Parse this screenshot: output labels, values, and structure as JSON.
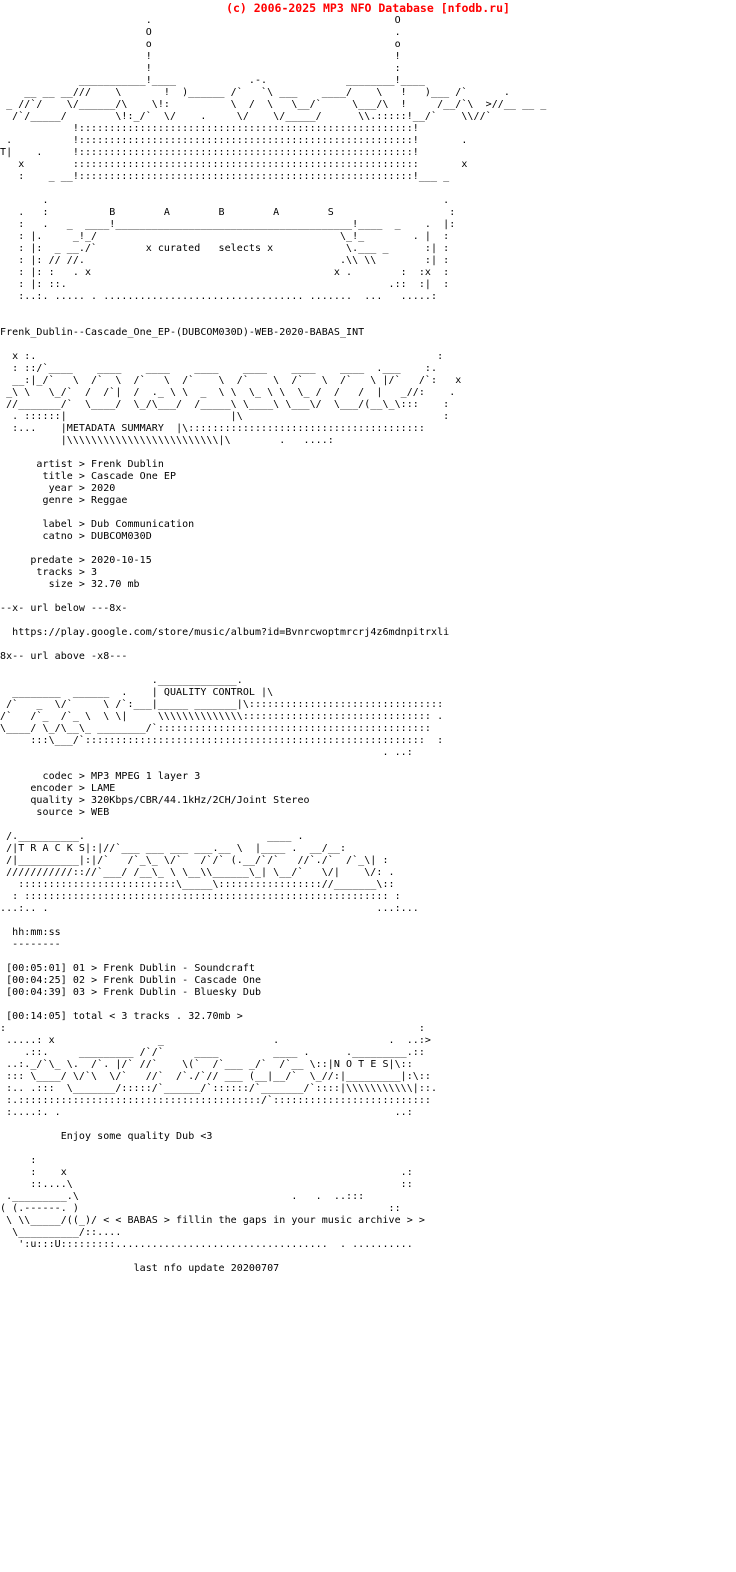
{
  "header": {
    "copyright": "(c) 2006-2025 MP3 NFO Database [nfodb.ru]",
    "color": "#ff0000"
  },
  "logo": {
    "group": "BABAS",
    "group_letters": "B    A    B    A    S",
    "tagline": "x curated   selects x"
  },
  "release": {
    "dirname": "Frenk_Dublin--Cascade_One_EP-(DUBCOM030D)-WEB-2020-BABAS_INT"
  },
  "sections": {
    "metadata_title": "METADATA SUMMARY",
    "quality_title": "QUALITY CONTROL",
    "tracks_title": "T R A C K S",
    "notes_title": "N O T E S"
  },
  "metadata": {
    "rows": [
      {
        "key": "artist",
        "sep": ">",
        "value": "Frenk Dublin"
      },
      {
        "key": "title",
        "sep": ">",
        "value": "Cascade One EP"
      },
      {
        "key": "year",
        "sep": ">",
        "value": "2020"
      },
      {
        "key": "genre",
        "sep": ">",
        "value": "Reggae"
      },
      {
        "key": "label",
        "sep": ">",
        "value": "Dub Communication"
      },
      {
        "key": "catno",
        "sep": ">",
        "value": "DUBCOM030D"
      },
      {
        "key": "predate",
        "sep": ">",
        "value": "2020-10-15"
      },
      {
        "key": "tracks",
        "sep": ">",
        "value": "3"
      },
      {
        "key": "size",
        "sep": ">",
        "value": "32.70 mb"
      }
    ]
  },
  "url": {
    "above_marker": "--x- url below ---8x-",
    "link": "https://play.google.com/store/music/album?id=Bvnrcwoptmrcrj4z6mdnpitrxli",
    "below_marker": "8x-- url above -x8---"
  },
  "quality": {
    "rows": [
      {
        "key": "codec",
        "sep": ">",
        "value": "MP3 MPEG 1 layer 3"
      },
      {
        "key": "encoder",
        "sep": ">",
        "value": "LAME"
      },
      {
        "key": "quality",
        "sep": ">",
        "value": "320Kbps/CBR/44.1kHz/2CH/Joint Stereo"
      },
      {
        "key": "source",
        "sep": ">",
        "value": "WEB"
      }
    ]
  },
  "tracklist": {
    "time_header": "hh:mm:ss",
    "time_header_rule": "--------",
    "items": [
      {
        "time": "[00:05:01]",
        "num": "01",
        "sep": ">",
        "title": "Frenk Dublin - Soundcraft"
      },
      {
        "time": "[00:04:25]",
        "num": "02",
        "sep": ">",
        "title": "Frenk Dublin - Cascade One"
      },
      {
        "time": "[00:04:39]",
        "num": "03",
        "sep": ">",
        "title": "Frenk Dublin - Bluesky Dub"
      }
    ],
    "total": "[00:14:05] total < 3 tracks . 32.70mb >"
  },
  "notes": {
    "text": "Enjoy some quality Dub <3"
  },
  "footer": {
    "slogan": "< < BABAS > fillin the gaps in your music archive > >",
    "last_update": "last nfo update 20200707"
  },
  "ascii": {
    "logo_block": "                           !                                                  .\n                           !                                                  o\n                           .                                                  .\n                           O                                                  o\n                           o                                                  !\n                           !                                                  !\n                  ________!___                  .-.          ____         ___!__ .\n     __ __ ___//  \\       !   )__ /`   `\\       /    \\       )__ /`  .-'/`     /\n  _ ///  /\\   \\    \\!    / \\__/     \\  /  \\__/  \\!    \\__ _/-'<    //   `\n  /`/______  \\!   /   \\_/       \\_/     \\__/    :     |___ /`       \\ >//__ __ _\n   /________!:_/`  .   \\___ /\\____/`     \\\\.:::::!_/`         \\..!    ///\n             !:::::::::::::::::::::::::::::::::::::::::::::::::\n  .          !:::::::::::::::::::::::::::::::::::::::::::::::::             .\nT|   .       !:::::::::::::::::::::::::::::::::::::::::::::::::!\n   x         !:::::::::::::::::::::::::::::::::::::::::::::::::!            x\n   .   _  ___!:::::::::::::::::::::::::::::::::::::::::::::::::!__  _\n",
    "banner_letters": "       .                                                                    .\n   .   :            B        A        B        A        S                   :\n   :   .    _  ___!___________________________________!___  _       .   |   :\n   : |.    _!_/                                        _!         .|   :\n   : |:   _ __./           x curated   selects x        \\.___ _      :|   :\n   : |:  // //.                                         .\\\\ \\\\       :|   :\n   : |: :    . x                                        x .      :  :x   :\n   : |: ::.                                                    .:: :|   :\n   :..:. .....  . ................................. ........  ...  .....:\n"
  }
}
